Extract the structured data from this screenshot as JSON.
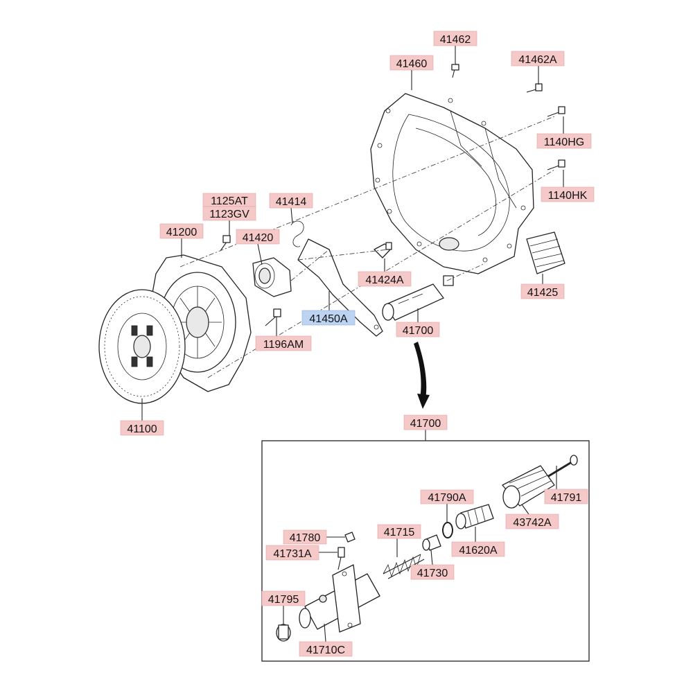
{
  "labels": [
    {
      "id": "l41462",
      "text": "41462"
    },
    {
      "id": "l41460",
      "text": "41460"
    },
    {
      "id": "l41462A",
      "text": "41462A"
    },
    {
      "id": "l1140HG",
      "text": "1140HG"
    },
    {
      "id": "l1140HK",
      "text": "1140HK"
    },
    {
      "id": "l1125AT",
      "text": "1125AT"
    },
    {
      "id": "l1123GV",
      "text": "1123GV"
    },
    {
      "id": "l41414",
      "text": "41414"
    },
    {
      "id": "l41200",
      "text": "41200"
    },
    {
      "id": "l41420",
      "text": "41420"
    },
    {
      "id": "l41424A",
      "text": "41424A"
    },
    {
      "id": "l41425",
      "text": "41425"
    },
    {
      "id": "l41450A",
      "text": "41450A"
    },
    {
      "id": "l41700",
      "text": "41700"
    },
    {
      "id": "l1196AM",
      "text": "1196AM"
    },
    {
      "id": "l41100",
      "text": "41100"
    },
    {
      "id": "l41700b",
      "text": "41700"
    },
    {
      "id": "l41790A",
      "text": "41790A"
    },
    {
      "id": "l41791",
      "text": "41791"
    },
    {
      "id": "l43742A",
      "text": "43742A"
    },
    {
      "id": "l41715",
      "text": "41715"
    },
    {
      "id": "l41780",
      "text": "41780"
    },
    {
      "id": "l41731A",
      "text": "41731A"
    },
    {
      "id": "l41620A",
      "text": "41620A"
    },
    {
      "id": "l41730",
      "text": "41730"
    },
    {
      "id": "l41795",
      "text": "41795"
    },
    {
      "id": "l41710C",
      "text": "41710C"
    }
  ],
  "highlighted_label": "41450A",
  "colors": {
    "label_fill": "#f6c9c9",
    "highlight_fill": "#bcd3f2",
    "line": "#222222"
  }
}
